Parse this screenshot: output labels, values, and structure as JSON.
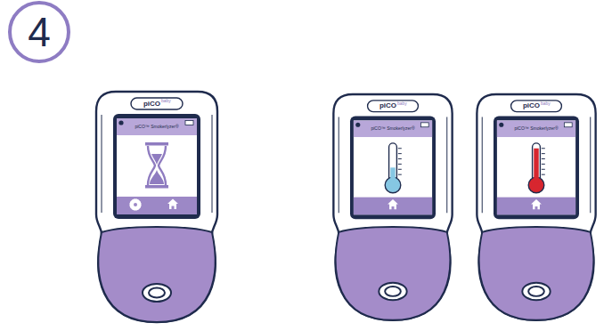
{
  "diagram": {
    "nodes": [
      {
        "text": [
          "4"
        ]
      }
    ],
    "labels": [
      "piCO",
      "baby",
      "piCO™ Smokerlyzer®",
      "piCO",
      "baby",
      "piCO™ Smokerlyzer®",
      "piCO",
      "baby",
      "piCO™ Smokerlyzer®"
    ]
  }
}
